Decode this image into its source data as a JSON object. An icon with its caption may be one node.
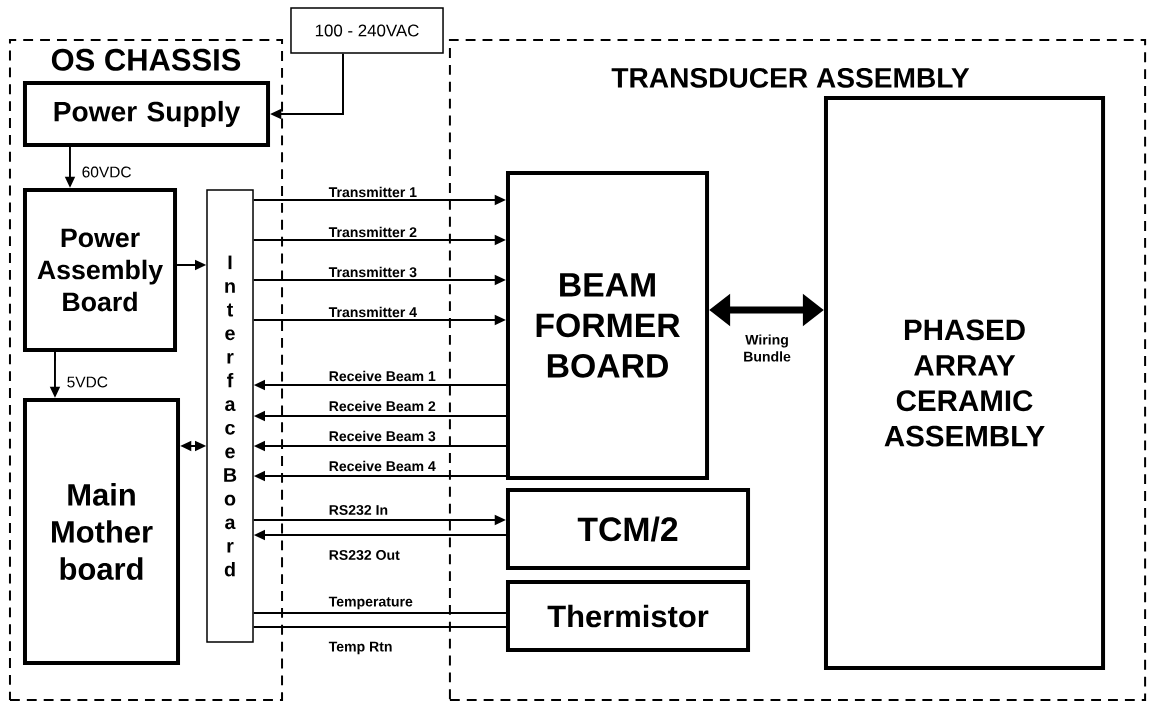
{
  "diagram": {
    "nodes": [
      {
        "text": [
          "OS CHASSIS"
        ]
      },
      {
        "text": [
          "TRANSDUCER ASSEMBLY"
        ]
      },
      {
        "text": [
          "100 - 240VAC"
        ]
      },
      {
        "text": [
          "Power Supply"
        ],
        "in": 0
      },
      {
        "text": [
          "Power Assembly Board"
        ],
        "in": 0
      },
      {
        "text": [
          "Interface Board"
        ],
        "in": 0
      },
      {
        "text": [
          "Main Mother board"
        ],
        "in": 0
      },
      {
        "text": [
          "BEAM FORMER BOARD"
        ],
        "in": 1
      },
      {
        "text": [
          "TCM/2"
        ],
        "in": 1
      },
      {
        "text": [
          "Thermistor"
        ],
        "in": 1
      },
      {
        "text": [
          "PHASED ARRAY CERAMIC ASSEMBLY"
        ],
        "in": 1
      }
    ],
    "edges": [
      {
        "from": 2,
        "to": 3,
        "arrow": "to"
      },
      {
        "from": 3,
        "to": 4,
        "arrow": "to",
        "label": "60VDC"
      },
      {
        "from": 4,
        "to": 5,
        "arrow": "to"
      },
      {
        "from": 4,
        "to": 6,
        "arrow": "to",
        "label": "5VDC"
      },
      {
        "from": 6,
        "to": 5,
        "arrow": "both"
      },
      {
        "from": 5,
        "to": 7,
        "arrow": "to",
        "label": "Transmitter 1"
      },
      {
        "from": 5,
        "to": 7,
        "arrow": "to",
        "label": "Transmitter 2"
      },
      {
        "from": 5,
        "to": 7,
        "arrow": "to",
        "label": "Transmitter 3"
      },
      {
        "from": 5,
        "to": 7,
        "arrow": "to",
        "label": "Transmitter 4"
      },
      {
        "from": 7,
        "to": 5,
        "arrow": "to",
        "label": "Receive Beam 1"
      },
      {
        "from": 7,
        "to": 5,
        "arrow": "to",
        "label": "Receive Beam 2"
      },
      {
        "from": 7,
        "to": 5,
        "arrow": "to",
        "label": "Receive Beam 3"
      },
      {
        "from": 7,
        "to": 5,
        "arrow": "to",
        "label": "Receive Beam 4"
      },
      {
        "from": 5,
        "to": 8,
        "arrow": "to",
        "label": "RS232 In"
      },
      {
        "from": 8,
        "to": 5,
        "arrow": "to",
        "label": "RS232 Out"
      },
      {
        "from": 5,
        "to": 9,
        "arrow": "none",
        "label": "Temperature"
      },
      {
        "from": 5,
        "to": 9,
        "arrow": "none",
        "label": "Temp Rtn"
      },
      {
        "from": 7,
        "to": 10,
        "arrow": "both",
        "label": "Wiring Bundle",
        "style": "thick"
      }
    ]
  }
}
